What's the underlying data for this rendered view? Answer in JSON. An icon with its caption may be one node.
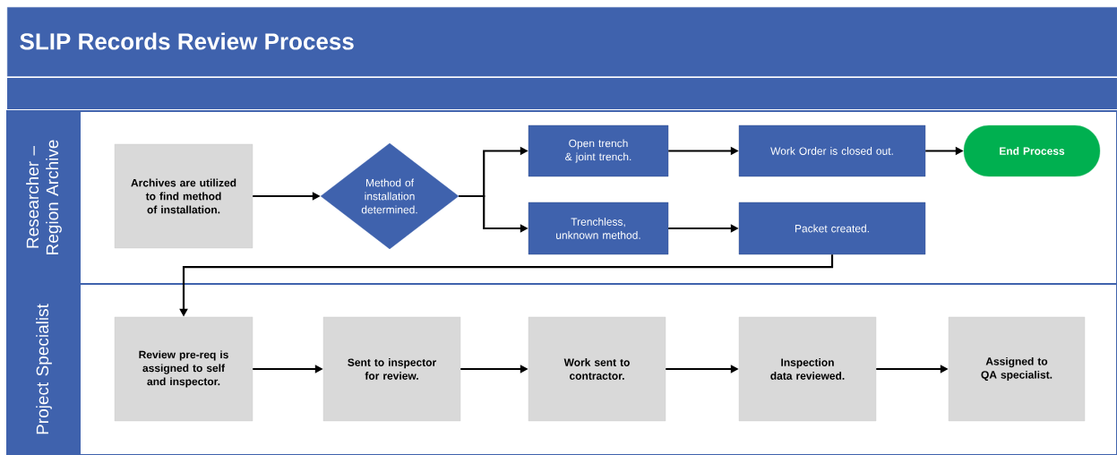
{
  "diagram": {
    "title": "SLIP Records Review Process",
    "nodes": [
      {
        "text": [
          "Researcher – Region Archive"
        ]
      },
      {
        "text": [
          "Archives are utilized to find method of installation."
        ],
        "in": 0
      },
      {
        "text": [
          "Method of installation determined."
        ],
        "in": 0
      },
      {
        "text": [
          "Open trench & joint trench."
        ],
        "in": 0
      },
      {
        "text": [
          "Work Order is closed out."
        ],
        "in": 0
      },
      {
        "text": [
          "End Process"
        ],
        "in": 0
      },
      {
        "text": [
          "Trenchless, unknown method."
        ],
        "in": 0
      },
      {
        "text": [
          "Packet created."
        ],
        "in": 0
      },
      {
        "text": [
          "Project Specialist"
        ]
      },
      {
        "text": [
          "Review pre-req is assigned to self and inspector."
        ],
        "in": 8
      },
      {
        "text": [
          "Sent to inspector for review."
        ],
        "in": 8
      },
      {
        "text": [
          "Work sent to contractor."
        ],
        "in": 8
      },
      {
        "text": [
          "Inspection data reviewed."
        ],
        "in": 8
      },
      {
        "text": [
          "Assigned to QA specialist."
        ],
        "in": 8
      }
    ],
    "edges": [
      {
        "from": 1,
        "to": 2,
        "arrow": "to"
      },
      {
        "from": 2,
        "to": 3,
        "arrow": "to"
      },
      {
        "from": 2,
        "to": 6,
        "arrow": "to"
      },
      {
        "from": 3,
        "to": 4,
        "arrow": "to"
      },
      {
        "from": 4,
        "to": 5,
        "arrow": "to"
      },
      {
        "from": 6,
        "to": 7,
        "arrow": "to"
      },
      {
        "from": 7,
        "to": 9,
        "arrow": "to"
      },
      {
        "from": 9,
        "to": 10,
        "arrow": "to"
      },
      {
        "from": 10,
        "to": 11,
        "arrow": "to"
      },
      {
        "from": 11,
        "to": 12,
        "arrow": "to"
      },
      {
        "from": 12,
        "to": 13,
        "arrow": "to"
      }
    ]
  }
}
